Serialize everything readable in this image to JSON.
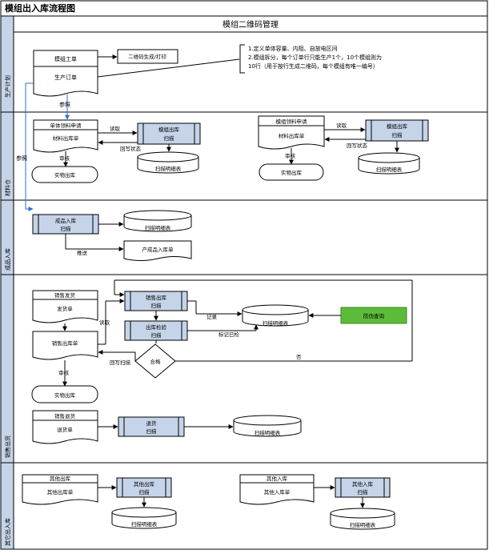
{
  "title": "模组出入库流程图",
  "header": "模组二维码管理",
  "lanes": [
    "生产计划",
    "材料仓",
    "成品入库",
    "销售出货",
    "其它出入库"
  ],
  "colors": {
    "lane_fill": "#c5d4e8",
    "process_fill": "#c5d4e8",
    "green": "#5dbb3a",
    "line": "#000000"
  },
  "plan": {
    "work_order": "模组工单",
    "production_order": "生产订单",
    "qr_print": "二维码生成/打印",
    "note_line1": "1.定义单体容量、内阻、自放电区间",
    "note_line2": "2.模组拆分，每个订单行只能生产1个，10个模组则为",
    "note_line3": "10行（用于按行生成二维码，每个模组有唯一编号）"
  },
  "material": {
    "left_doc_title": "单体领料申请",
    "left_doc_body": "材料出库单",
    "right_doc_title": "模组领料申请",
    "right_doc_body": "材料出库单",
    "process": "模组出库\n扫描",
    "scan_detail": "扫描明细表",
    "obtain": "读取",
    "writeback": "回写状态",
    "audit": "审核",
    "physical_out": "实物出库",
    "reference": "参照",
    "reference2": "参照"
  },
  "finished": {
    "process": "成品入库\n扫描",
    "scan_detail": "扫描明细表",
    "doc": "产成品入库单",
    "push": "推送"
  },
  "sales": {
    "ship_doc_title": "销售发货",
    "ship_doc_body": "发货单",
    "out_doc": "销售出库单",
    "out_scan": "销售出库\n扫描",
    "check_scan": "出库检验\n扫描",
    "record": "记录",
    "scan_detail": "扫描明细表",
    "anti_fake": "防伪查询",
    "mark_pass": "标记已检",
    "obtain": "读取",
    "qualified": "合格",
    "no": "否",
    "writeback_scan": "回写扫描",
    "audit": "审核",
    "physical_out": "实物出库",
    "return_title": "销售退货",
    "return_body": "退货单",
    "return_process": "退货\n扫描",
    "return_detail": "扫描明细表"
  },
  "other": {
    "out_doc_title": "其他出库",
    "out_doc_body": "其他出库单",
    "out_process": "其他出库\n扫描",
    "out_detail": "扫描明细表",
    "in_doc_title": "其他入库",
    "in_doc_body": "其他入库单",
    "in_process": "其他入库\n扫描",
    "in_detail": "扫描明细表"
  }
}
